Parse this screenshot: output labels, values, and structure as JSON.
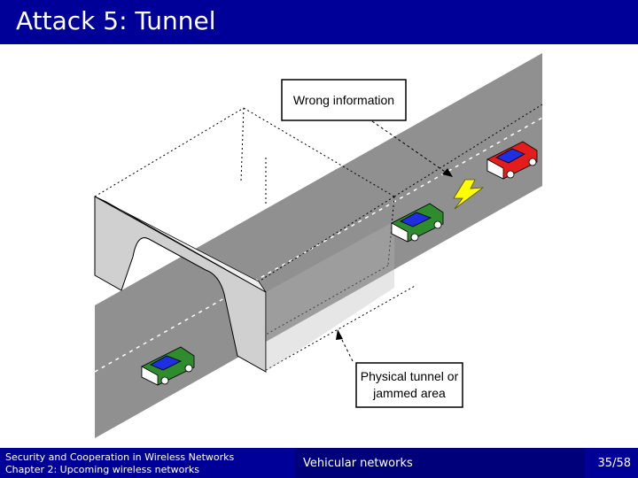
{
  "slide": {
    "title": "Attack 5: Tunnel"
  },
  "diagram": {
    "label_wrong_info": "Wrong information",
    "label_tunnel_line1": "Physical tunnel or",
    "label_tunnel_line2": "jammed area"
  },
  "footer": {
    "line1": "Security and Cooperation in Wireless Networks",
    "line2": "Chapter 2: Upcoming wireless networks",
    "section": "Vehicular networks",
    "page": "35/58"
  },
  "colors": {
    "banner": "#000099",
    "road": "#909090",
    "tunnel": "#d0d0d0",
    "car_green": "#2e8b2e",
    "car_red": "#e41c1c",
    "car_glass": "#1d2fe0",
    "signal": "#ffff00"
  },
  "icons": {
    "signal": "lightning-bolt-icon"
  }
}
